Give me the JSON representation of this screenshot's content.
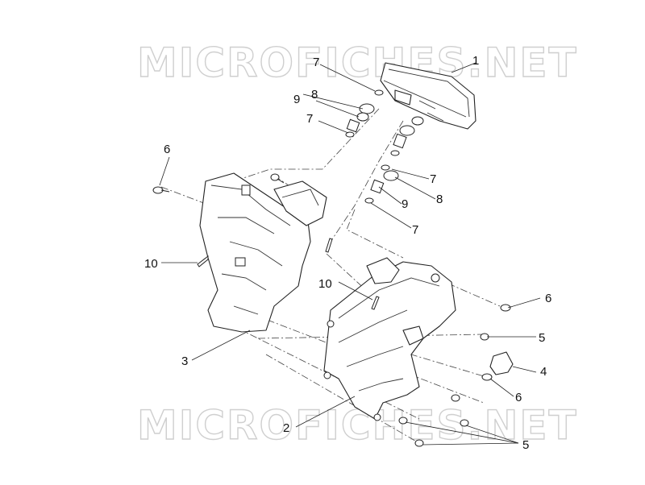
{
  "watermark": "MICROFICHES.NET",
  "callouts": {
    "c1": "1",
    "c2": "2",
    "c3": "3",
    "c4": "4",
    "c5a": "5",
    "c5b": "5",
    "c6a": "6",
    "c6b": "6",
    "c6c": "6",
    "c7a": "7",
    "c7b": "7",
    "c7c": "7",
    "c7d": "7",
    "c8a": "8",
    "c8b": "8",
    "c9a": "9",
    "c9b": "9",
    "c10a": "10",
    "c10b": "10"
  }
}
